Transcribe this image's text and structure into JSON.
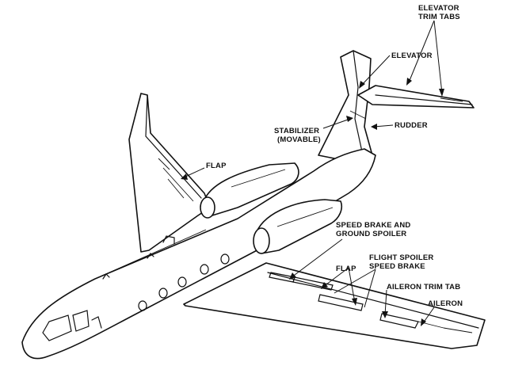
{
  "labels": {
    "elevator_trim_tabs_1": "ELEVATOR",
    "elevator_trim_tabs_2": "TRIM TABS",
    "elevator": "ELEVATOR",
    "stabilizer_1": "STABILIZER",
    "stabilizer_2": "(MOVABLE)",
    "rudder": "RUDDER",
    "flap_upper": "FLAP",
    "speed_brake_1": "SPEED BRAKE AND",
    "speed_brake_2": "GROUND SPOILER",
    "flight_spoiler_1": "FLIGHT SPOILER",
    "flight_spoiler_2": "SPEED BRAKE",
    "flap_lower": "FLAP",
    "aileron_trim_tab": "AILERON TRIM TAB",
    "aileron": "AILERON"
  }
}
